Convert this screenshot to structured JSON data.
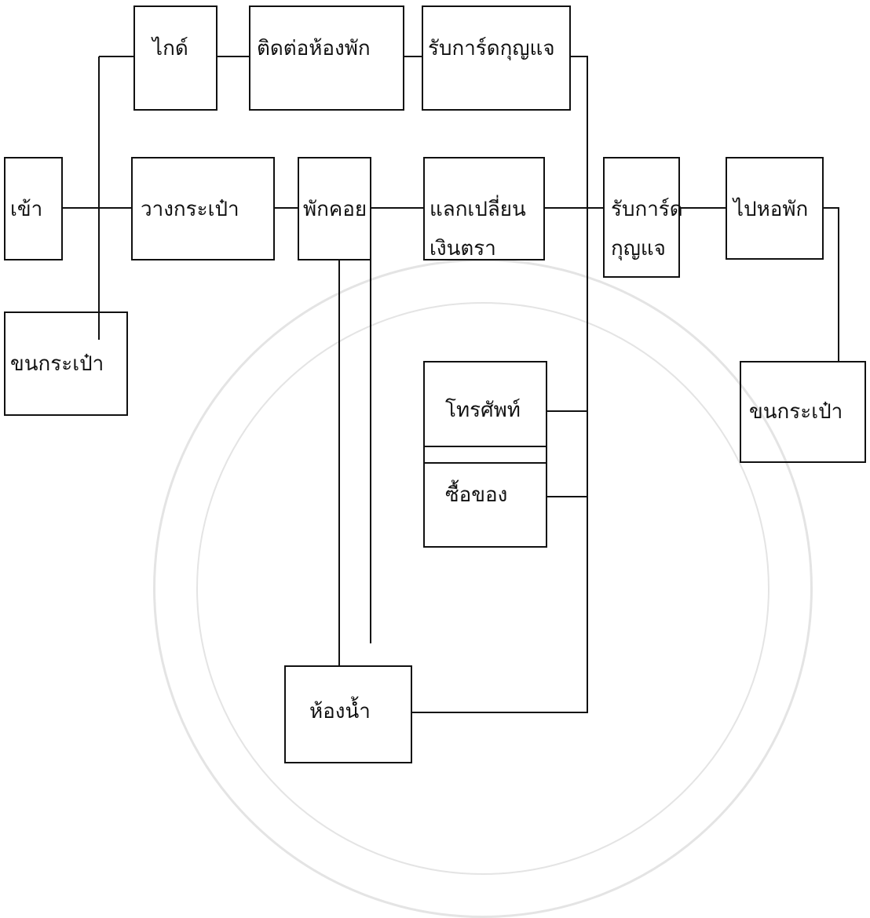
{
  "nodes": {
    "guide": "ไกด์",
    "contact_room": "ติดต่อห้องพัก",
    "receive_card_key_top": "รับการ์ดกุญแจ",
    "enter": "เข้า",
    "place_bags": "วางกระเป๋า",
    "rest": "พักคอย",
    "exchange_line1": "แลกเปลี่ยน",
    "exchange_line2": "เงินตรา",
    "receive_card_line1": "รับการ์ด",
    "receive_card_line2": "กุญแจ",
    "go_dorm": "ไปหอพัก",
    "carry_bags_left": "ขนกระเป๋า",
    "phone": "โทรศัพท์",
    "buy_things": "ซื้อของ",
    "carry_bags_right": "ขนกระเป๋า",
    "restroom": "ห้องน้ำ"
  }
}
